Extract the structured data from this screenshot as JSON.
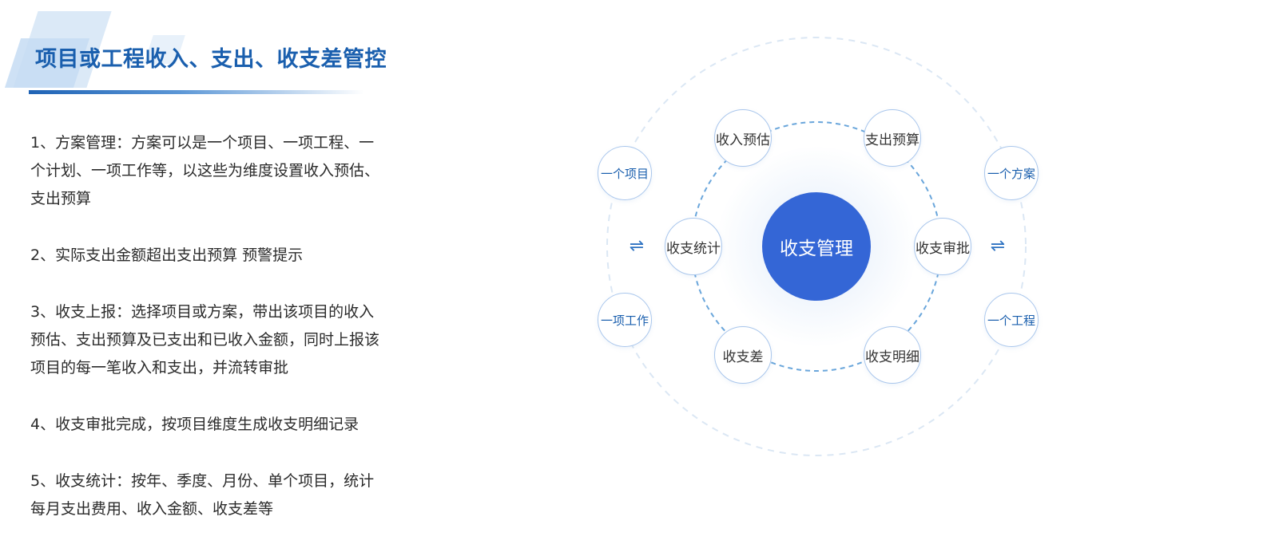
{
  "header": {
    "title": "项目或工程收入、支出、收支差管控"
  },
  "points": [
    "1、方案管理：方案可以是一个项目、一项工程、一个计划、一项工作等，以这些为维度设置收入预估、支出预算",
    "2、实际支出金额超出支出预算 预警提示",
    "3、收支上报：选择项目或方案，带出该项目的收入预估、支出预算及已支出和已收入金额，同时上报该项目的每一笔收入和支出，并流转审批",
    "4、收支审批完成，按项目维度生成收支明细记录",
    "5、收支统计：按年、季度、月份、单个项目，统计每月支出费用、收入金额、收支差等"
  ],
  "diagram": {
    "center": "收支管理",
    "inner_nodes": {
      "top_left": "收入预估",
      "top_right": "支出预算",
      "left": "收支统计",
      "right": "收支审批",
      "bottom_left": "收支差",
      "bottom_right": "收支明细"
    },
    "outer_nodes": {
      "left_top": "一个项目",
      "left_bottom": "一项工作",
      "right_top": "一个方案",
      "right_bottom": "一个工程"
    },
    "arrow_glyph": "⇌",
    "colors": {
      "center": "#3466d6",
      "accent": "#1a5fae",
      "node_border": "#a9c6ec",
      "ring": "#6aa6db"
    }
  }
}
